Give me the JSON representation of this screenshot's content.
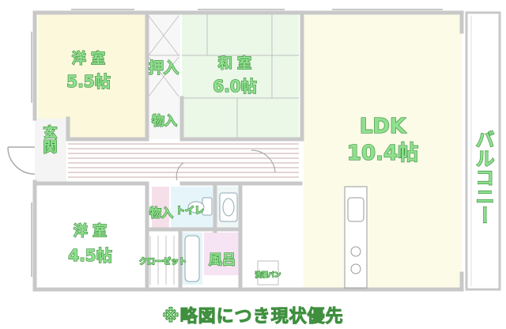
{
  "rooms": {
    "western_room_1": {
      "name": "洋 室",
      "size": "5.5帖"
    },
    "oshiire": "押入",
    "japanese_room": {
      "name": "和 室",
      "size": "6.0帖"
    },
    "storage_1": "物入",
    "entrance": "玄関",
    "ldk": {
      "name": "LDK",
      "size": "10.4帖"
    },
    "balcony": "バルコニー",
    "western_room_2": {
      "name": "洋 室",
      "size": "4.5帖"
    },
    "storage_2": "物入",
    "toilet": "トイレ",
    "closet": "クローゼット",
    "bath": "風呂",
    "washer": "洗濯パン"
  },
  "footer_note": "※略図につき現状優先",
  "colors": {
    "wall": "#c8c8c8",
    "western_room_1": "#fcf8dc",
    "tatami": "#ebf8e8",
    "ldk": "#fbfbe8",
    "wet_area": "#e6f5fa",
    "storage_pink": "#f5e0ea",
    "bath_pink": "#f6e3f3",
    "corridor_lines": "#b89a9a",
    "label_fill": "#8fe08f",
    "label_stroke": "#3f8f3f"
  }
}
